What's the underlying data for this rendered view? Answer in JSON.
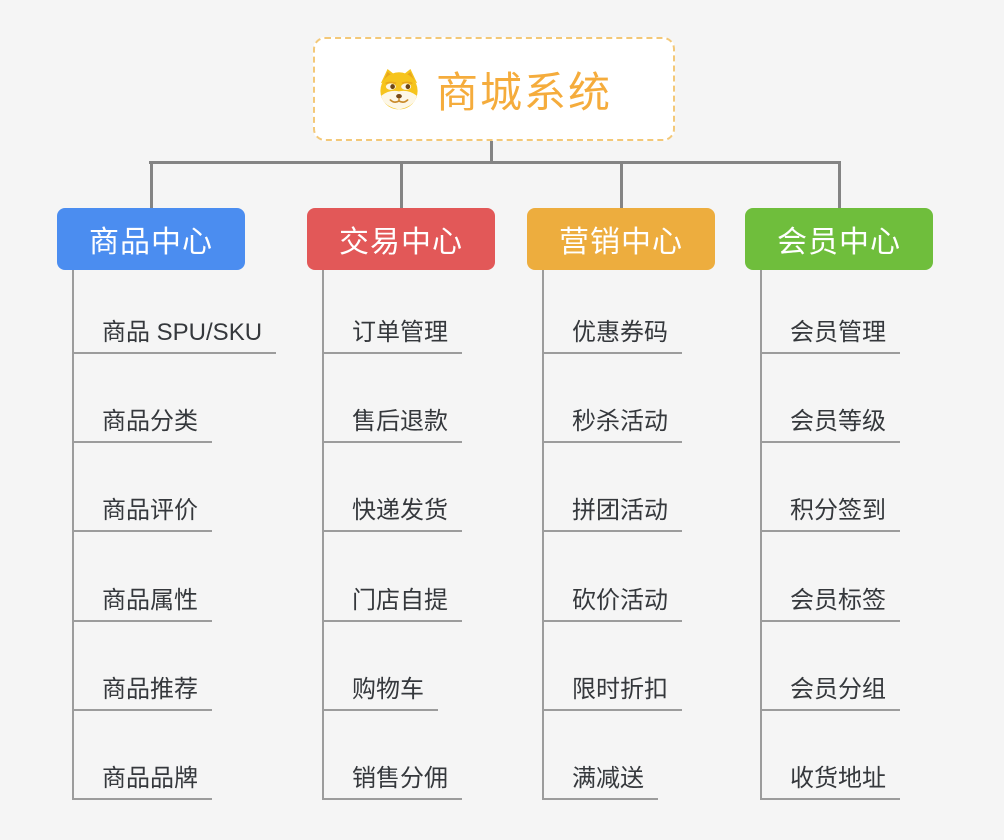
{
  "canvas": {
    "background": "#f5f5f5"
  },
  "root": {
    "title": "商城系统",
    "accent_color": "#f5ac3c",
    "border_color": "#f3c878",
    "icon": "doge-icon"
  },
  "connector_color": "#848484",
  "underline_color": "#9c9c9c",
  "branches": [
    {
      "label": "商品中心",
      "color": "#4b8df0",
      "items": [
        "商品 SPU/SKU",
        "商品分类",
        "商品评价",
        "商品属性",
        "商品推荐",
        "商品品牌"
      ]
    },
    {
      "label": "交易中心",
      "color": "#e25858",
      "items": [
        "订单管理",
        "售后退款",
        "快递发货",
        "门店自提",
        "购物车",
        "销售分佣"
      ]
    },
    {
      "label": "营销中心",
      "color": "#edad3e",
      "items": [
        "优惠券码",
        "秒杀活动",
        "拼团活动",
        "砍价活动",
        "限时折扣",
        "满减送"
      ]
    },
    {
      "label": "会员中心",
      "color": "#6fbe3c",
      "items": [
        "会员管理",
        "会员等级",
        "积分签到",
        "会员标签",
        "会员分组",
        "收货地址"
      ]
    }
  ]
}
